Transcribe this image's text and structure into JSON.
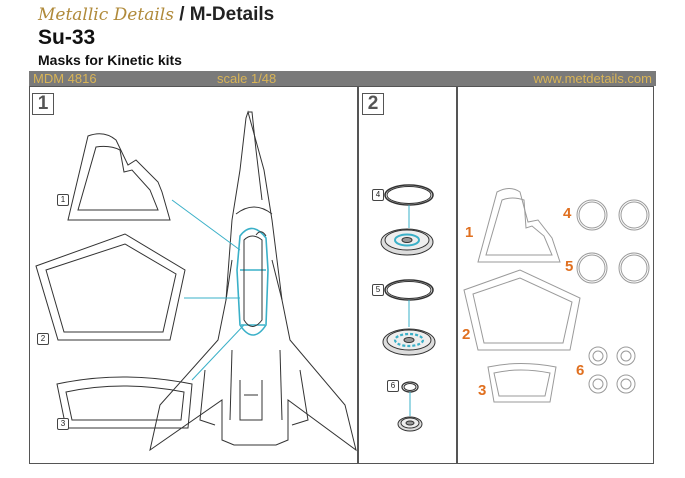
{
  "header": {
    "brand_script": "Metallic Details",
    "brand_sep": " / ",
    "brand_name": "M-Details",
    "title": "Su-33",
    "subtitle": "Masks for Kinetic kits"
  },
  "infobar": {
    "code": "MDM 4816",
    "scale": "scale 1/48",
    "website": "www.metdetails.com"
  },
  "steps": {
    "step1": "1",
    "step2": "2"
  },
  "callouts_left": [
    "1",
    "2",
    "3"
  ],
  "callouts_wheels": [
    "4",
    "5",
    "6"
  ],
  "sheet_numbers": [
    "1",
    "2",
    "3",
    "4",
    "5",
    "6"
  ],
  "colors": {
    "accent_gold": "#b08a3a",
    "bar_gray": "#7a7a7a",
    "bar_text": "#d9b456",
    "mask_blue": "#3ab0c8",
    "sheet_orange": "#e07020"
  }
}
